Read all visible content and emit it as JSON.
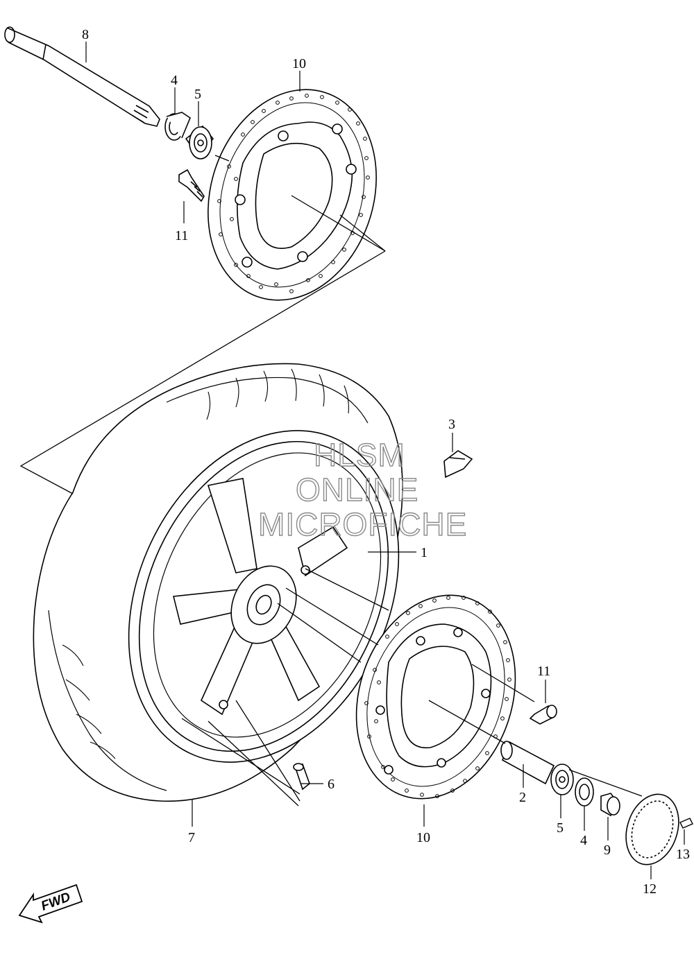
{
  "watermark": {
    "line1": "HLSM",
    "line2": "ONLINE",
    "line3": "MICROFICHE"
  },
  "direction_badge": "FWD",
  "callouts": {
    "c1": "1",
    "c2": "2",
    "c3": "3",
    "c4_top": "4",
    "c4_bottom": "4",
    "c5_top": "5",
    "c5_bottom": "5",
    "c6": "6",
    "c7": "7",
    "c8": "8",
    "c9": "9",
    "c10_top": "10",
    "c10_bottom": "10",
    "c11_top": "11",
    "c11_bottom": "11",
    "c12": "12",
    "c13": "13"
  }
}
